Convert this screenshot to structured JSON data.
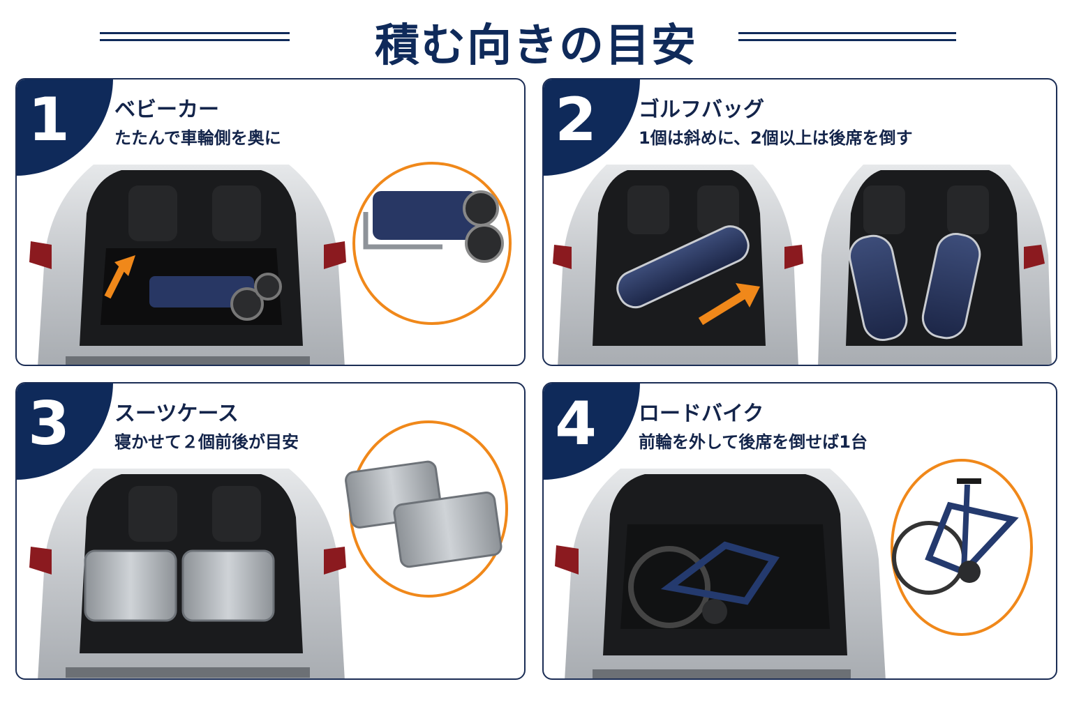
{
  "title": "積む向きの目安",
  "colors": {
    "navy": "#0f2a5a",
    "orange": "#f0881a",
    "panel_border": "#1b2d55"
  },
  "panels": [
    {
      "number": "1",
      "heading": "ベビーカー",
      "subtitle": "たたんで車輪側を奥に",
      "icon": "stroller-illustration"
    },
    {
      "number": "2",
      "heading": "ゴルフバッグ",
      "subtitle": "1個は斜めに、2個以上は後席を倒す",
      "icon": "golf-bag-illustration"
    },
    {
      "number": "3",
      "heading": "スーツケース",
      "subtitle": "寝かせて２個前後が目安",
      "icon": "suitcase-illustration"
    },
    {
      "number": "4",
      "heading": "ロードバイク",
      "subtitle": "前輪を外して後席を倒せば1台",
      "icon": "bicycle-illustration"
    }
  ]
}
